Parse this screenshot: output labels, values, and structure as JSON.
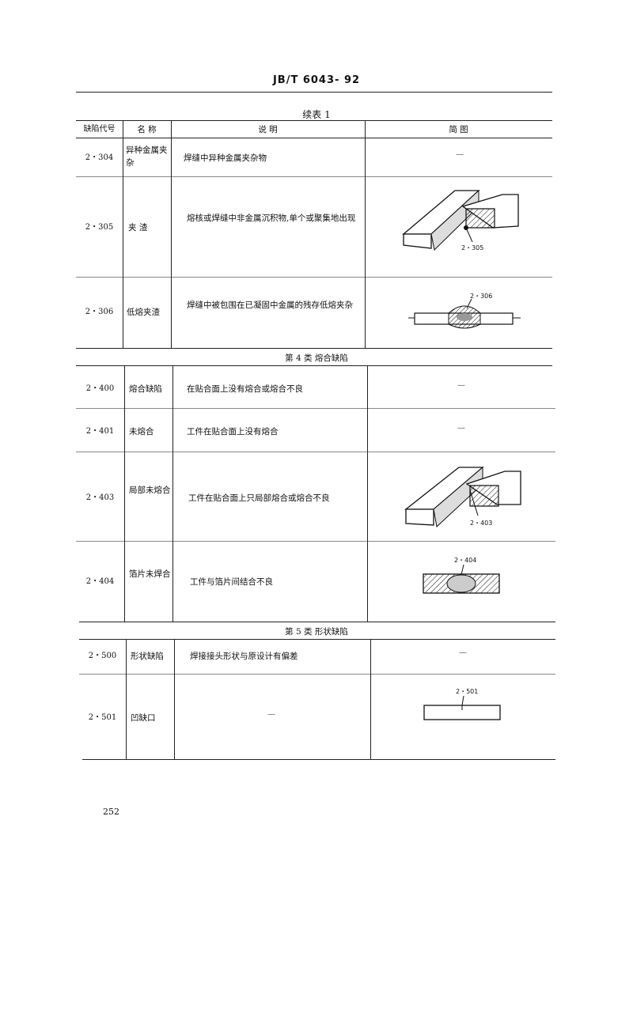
{
  "header": "JB/T 6043- 92",
  "caption": "续表 1",
  "columns": [
    "缺陷代号",
    "名 称",
    "说 明",
    "简 图"
  ],
  "rows": [
    {
      "code": "2・304",
      "name": "异种金属夹杂",
      "desc": "焊缝中异种金属夹杂物",
      "fig": "—"
    },
    {
      "code": "2・305",
      "name": "夹 渣",
      "desc": "熔核或焊缝中非金属沉积物,单个或聚集地出现",
      "fig_label": "2・305"
    },
    {
      "code": "2・306",
      "name": "低熔夹渣",
      "desc": "焊缝中被包围在已凝固中金属的残存低熔夹杂",
      "fig_label": "2・306"
    }
  ],
  "section4": "第 4 类   熔合缺陷",
  "rows4": [
    {
      "code": "2・400",
      "name": "熔合缺陷",
      "desc": "在贴合面上没有熔合或熔合不良",
      "fig": "—"
    },
    {
      "code": "2・401",
      "name": "未熔合",
      "desc": "工件在贴合面上没有熔合",
      "fig": "—"
    },
    {
      "code": "2・403",
      "name": "局部未熔合",
      "desc": "工件在贴合面上只局部熔合或熔合不良",
      "fig_label": "2・403"
    },
    {
      "code": "2・404",
      "name": "箔片未焊合",
      "desc": "工件与箔片间结合不良",
      "fig_label": "2・404"
    }
  ],
  "section5": "第 5 类   形状缺陷",
  "rows5": [
    {
      "code": "2・500",
      "name": "形状缺陷",
      "desc": "焊接接头形状与原设计有偏差",
      "fig": "—"
    },
    {
      "code": "2・501",
      "name": "凹缺口",
      "desc": "—",
      "fig_label": "2・501"
    }
  ],
  "page_number": "252"
}
